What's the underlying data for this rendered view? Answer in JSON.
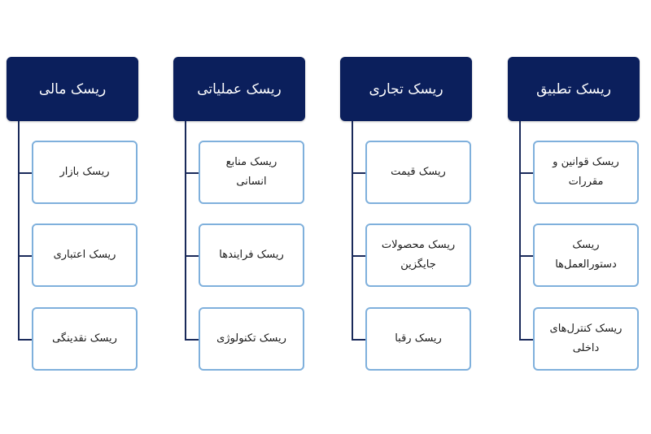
{
  "columns": [
    {
      "title": "ریسک مالی",
      "items": [
        "ریسک بازار",
        "ریسک اعتباری",
        "ریسک نقدینگی"
      ]
    },
    {
      "title": "ریسک عملیاتی",
      "items": [
        "ریسک منابع انسانی",
        "ریسک فرایندها",
        "ریسک تکنولوژی"
      ]
    },
    {
      "title": "ریسک تجاری",
      "items": [
        "ریسک قیمت",
        "ریسک محصولات جایگزین",
        "ریسک رقبا"
      ]
    },
    {
      "title": "ریسک تطبیق",
      "items": [
        "ریسک قوانین و مقررات",
        "ریسک دستورالعمل‌ها",
        "ریسک کنترل‌های داخلی"
      ]
    }
  ],
  "colors": {
    "header_fill": "#0b1f5c",
    "child_border": "#7fb0dc",
    "connector": "#1a2a5a"
  }
}
